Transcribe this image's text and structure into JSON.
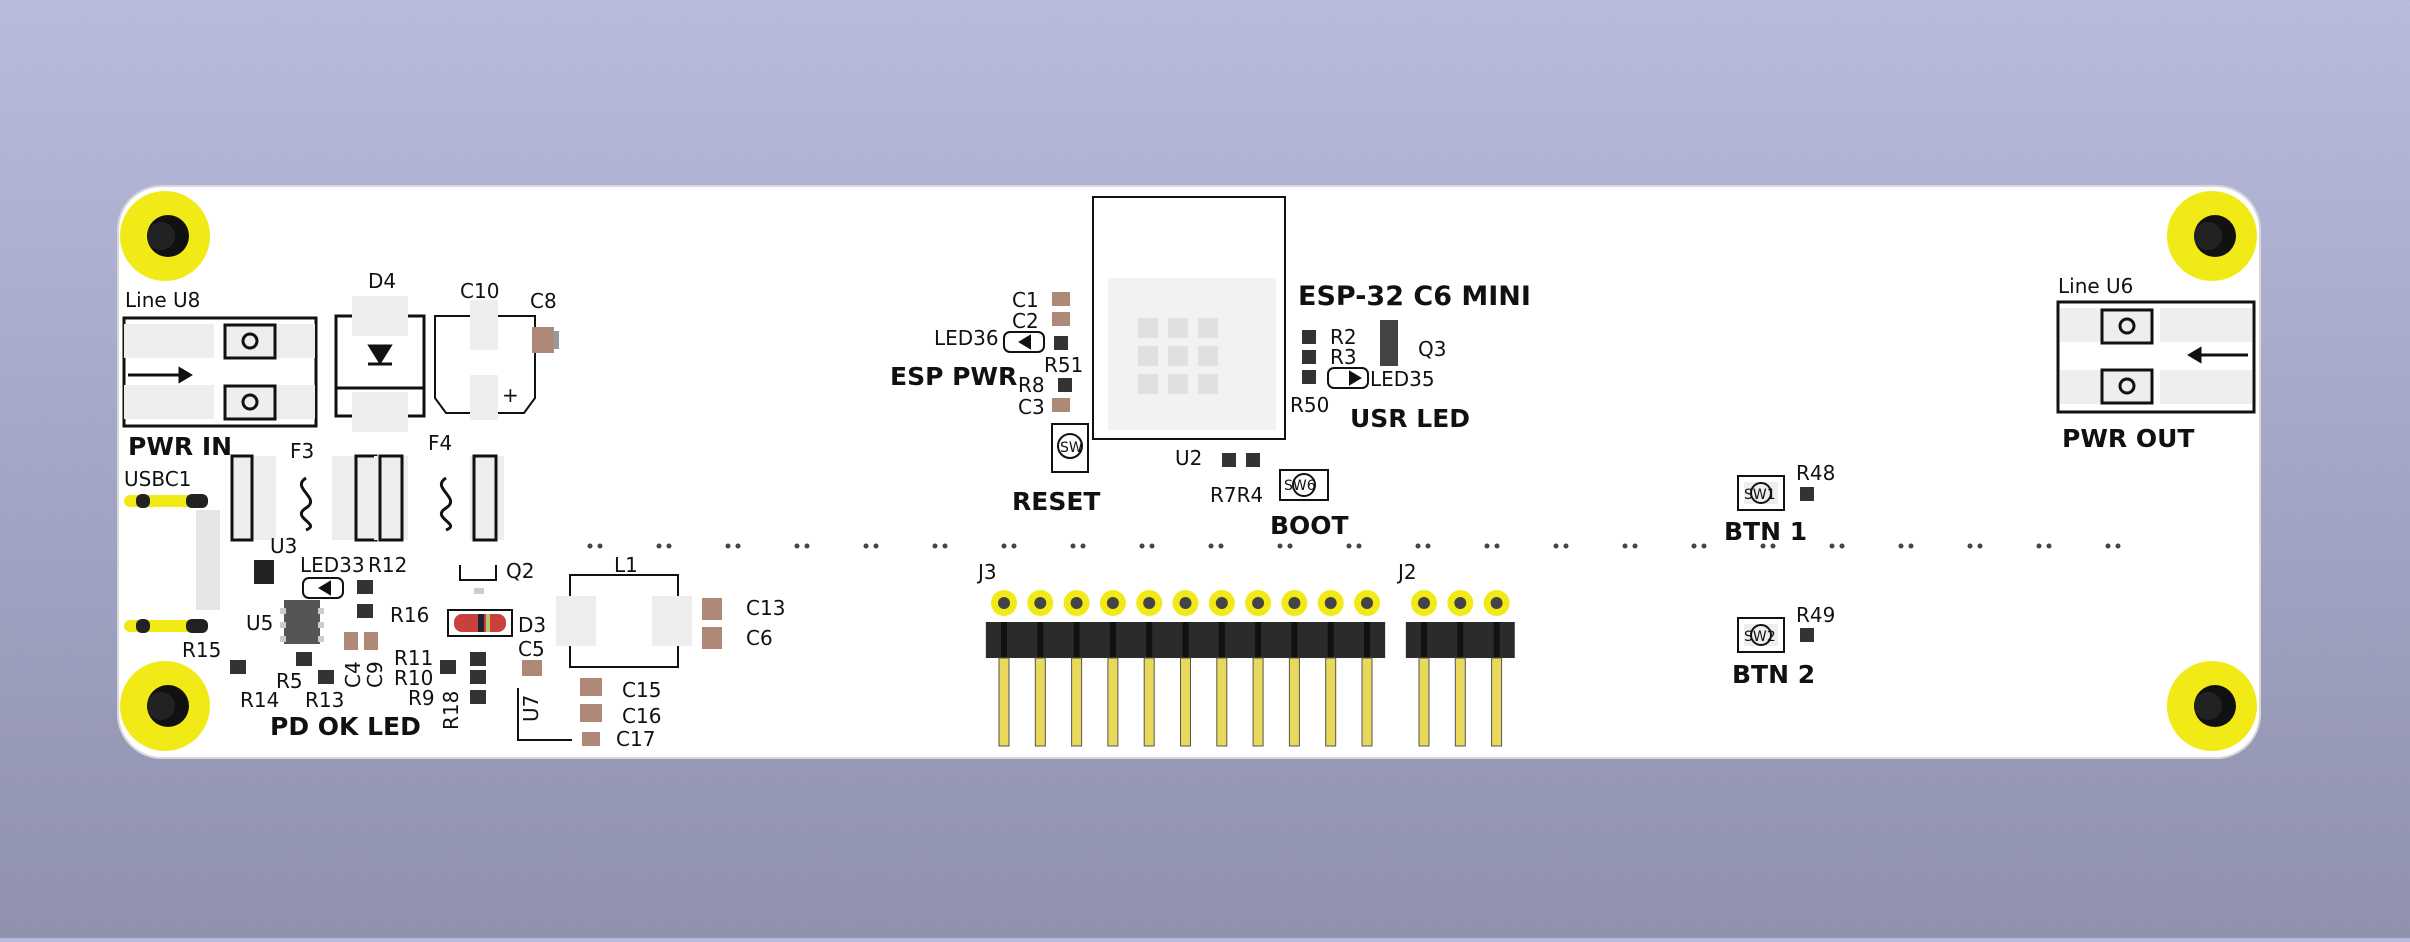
{
  "labels": {
    "line_u8": "Line U8",
    "d4": "D4",
    "c10": "C10",
    "c8": "C8",
    "pwr_in": "PWR IN",
    "f3": "F3",
    "f4": "F4",
    "usbc1": "USBC1",
    "u3": "U3",
    "led33": "LED33",
    "r12": "R12",
    "q2": "Q2",
    "l1": "L1",
    "u5": "U5",
    "r16": "R16",
    "d3": "D3",
    "c13": "C13",
    "c6": "C6",
    "r15": "R15",
    "c4": "C4",
    "c9": "C9",
    "r11": "R11",
    "r10": "R10",
    "r5": "R5",
    "r13": "R13",
    "r14": "R14",
    "r9": "R9",
    "r18": "R18",
    "c5": "C5",
    "u7": "U7",
    "c15": "C15",
    "c16": "C16",
    "c17": "C17",
    "pd_ok_led": "PD OK LED",
    "c1": "C1",
    "c2": "C2",
    "led36": "LED36",
    "esp_pwr": "ESP PWR",
    "r51": "R51",
    "r8": "R8",
    "c3": "C3",
    "sw_reset_ref": "SW",
    "reset": "RESET",
    "esp32": "ESP-32 C6 MINI",
    "r2": "R2",
    "r3": "R3",
    "q3": "Q3",
    "led35": "LED35",
    "r50": "R50",
    "usr_led": "USR LED",
    "u2": "U2",
    "r7r4": "R7R4",
    "sw_boot_ref": "SW6",
    "boot": "BOOT",
    "j3": "J3",
    "j2": "J2",
    "sw1_ref": "SW1",
    "r48": "R48",
    "btn1": "BTN 1",
    "sw2_ref": "SW2",
    "r49": "R49",
    "btn2": "BTN 2",
    "line_u6": "Line U6",
    "pwr_out": "PWR OUT"
  },
  "colors": {
    "board": "#ffffff",
    "silkscreen": "#111111",
    "mounting_ring": "#f2ea16",
    "pad": "#e6e6e6",
    "smd_capacitor": "#b08878",
    "header_body": "#2b2b2b",
    "pin_gold": "#e8d95a"
  }
}
